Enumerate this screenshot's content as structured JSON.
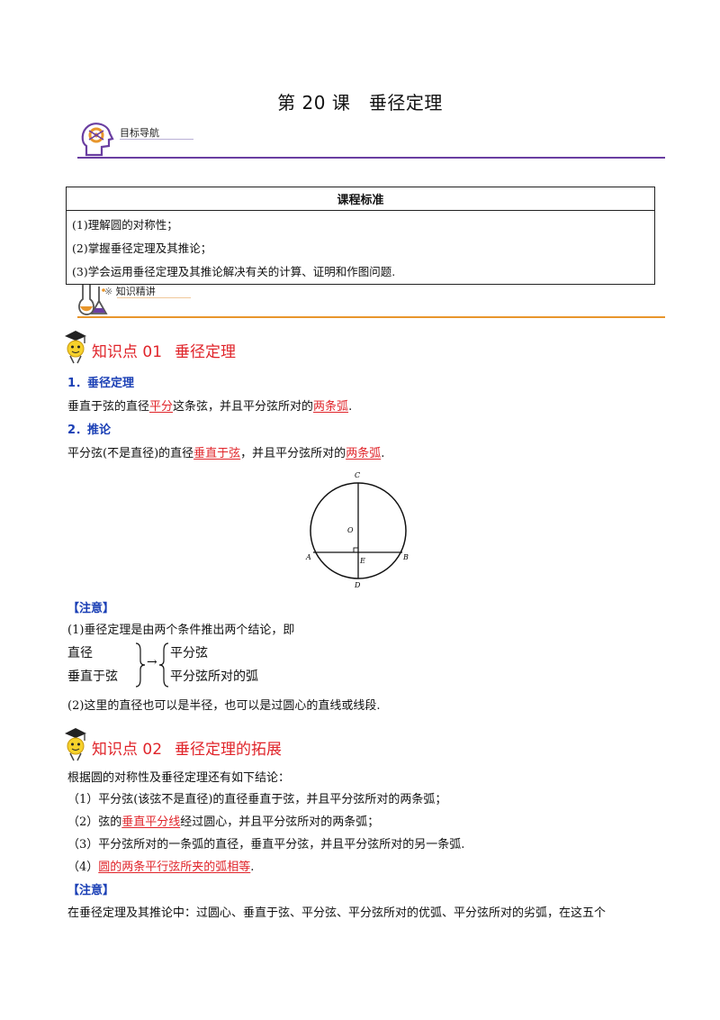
{
  "title": "第 20 课　垂径定理",
  "nav_section": {
    "label": "目标导航",
    "icon": "brain-gear-icon"
  },
  "standards": {
    "header": "课程标准",
    "items": [
      "(1)理解圆的对称性；",
      "(2)掌握垂径定理及其推论；",
      "(3)学会运用垂径定理及其推论解决有关的计算、证明和作图问题."
    ]
  },
  "knowledge_section": {
    "label": "知识精讲",
    "icon": "flask-icon"
  },
  "kp1": {
    "num": "知识点 01",
    "name": "垂径定理",
    "theorem_heading": "1．垂径定理",
    "theorem": {
      "pre": "垂直于弦的直径",
      "k1": "平分",
      "mid": "这条弦，并且平分弦所对的",
      "k2": "两条弧",
      "post": "."
    },
    "corollary_heading": "2．推论",
    "corollary": {
      "pre": "平分弦(不是直径)的直径",
      "k1": "垂直于弦",
      "mid": "，并且平分弦所对的",
      "k2": "两条弧",
      "post": "."
    },
    "figure_labels": {
      "C": "C",
      "O": "O",
      "A": "A",
      "B": "B",
      "E": "E",
      "D": "D"
    },
    "note_heading": "【注意】",
    "note1": "(1)垂径定理是由两个条件推出两个结论，即",
    "scheme": {
      "c1": "直径",
      "c2": "垂直于弦",
      "arrow": "→",
      "r1": "平分弦",
      "r2": "平分弦所对的弧"
    },
    "note2": "(2)这里的直径也可以是半径，也可以是过圆心的直线或线段."
  },
  "kp2": {
    "num": "知识点 02",
    "name": "垂径定理的拓展",
    "intro": "根据圆的对称性及垂径定理还有如下结论：",
    "item1": "（1）平分弦(该弦不是直径)的直径垂直于弦，并且平分弦所对的两条弧；",
    "item2": {
      "pre": "（2）弦的",
      "k": "垂直平分线",
      "post": "经过圆心，并且平分弦所对的两条弧；"
    },
    "item3": "（3）平分弦所对的一条弧的直径，垂直平分弦，并且平分弦所对的另一条弧.",
    "item4": {
      "pre": "（4）",
      "k": "圆的两条平行弦所夹的弧相等",
      "post": "."
    },
    "note_heading": "【注意】",
    "note": "在垂径定理及其推论中：过圆心、垂直于弦、平分弦、平分弦所对的优弧、平分弦所对的劣弧，在这五个"
  },
  "colors": {
    "purple_rule": "#6a3ea1",
    "orange_rule": "#e8962c",
    "red": "#e0242a",
    "blue": "#1a3fb5"
  }
}
